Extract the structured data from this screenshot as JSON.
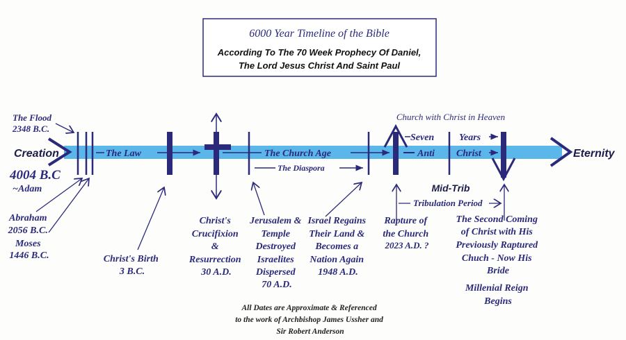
{
  "title": {
    "main": "6000 Year Timeline of the Bible",
    "sub1": "According To The 70 Week Prophecy Of Daniel,",
    "sub2": "The Lord Jesus Christ And Saint Paul"
  },
  "timeline": {
    "start": "Creation",
    "end": "Eternity",
    "law": "The Law",
    "church_age": "The Church Age",
    "diaspora": "The Diaspora",
    "heaven": "Church with Christ in Heaven",
    "seven": "Seven",
    "years": "Years",
    "anti": "Anti",
    "christ": "Christ",
    "mid_trib": "Mid-Trib",
    "tribulation": "Tribulation Period"
  },
  "events": {
    "flood": [
      "The Flood",
      "2348 B.C."
    ],
    "creation_date": [
      "4004 B.C",
      "~Adam"
    ],
    "abraham_moses": [
      "Abraham",
      "2056 B.C.",
      "Moses",
      "1446 B.C."
    ],
    "birth": [
      "Christ's Birth",
      "3 B.C."
    ],
    "crucifixion": [
      "Christ's",
      "Crucifixion",
      "&",
      "Resurrection",
      "30 A.D."
    ],
    "jerusalem": [
      "Jerusalem &",
      "Temple",
      "Destroyed",
      "Israelites",
      "Dispersed",
      "70 A.D."
    ],
    "israel": [
      "Israel Regains",
      "Their Land &",
      "Becomes a",
      "Nation Again",
      "1948 A.D."
    ],
    "rapture": [
      "Rapture of",
      "the Church",
      "2023 A.D. ?"
    ],
    "second_coming": [
      "The Second Coming",
      "of Christ with His",
      "Previously Raptured",
      "Chuch - Now His",
      "Bride"
    ],
    "millenial": [
      "Millenial Reign",
      "Begins"
    ]
  },
  "footer": [
    "All Dates are Approximate & Referenced",
    "to the work of Archbishop James Ussher and",
    "Sir Robert Anderson"
  ],
  "colors": {
    "navy": "#2b2a7a",
    "band": "#5bb6ea",
    "red": "#a0142a"
  }
}
